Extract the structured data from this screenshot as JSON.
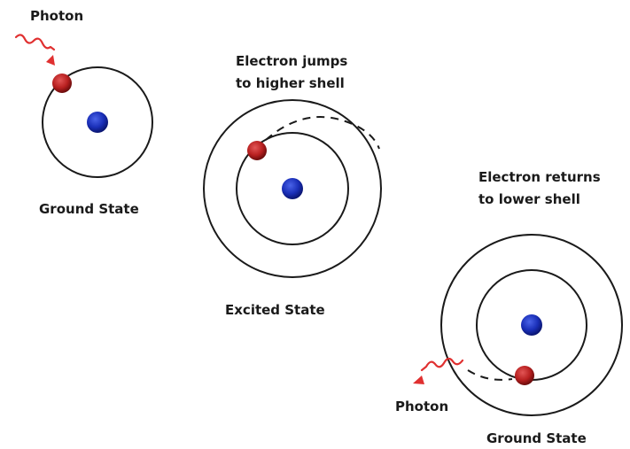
{
  "panels": {
    "ground_state_1": {
      "top_label": "Photon",
      "bottom_label": "Ground State"
    },
    "excited_state": {
      "top_label_line1": "Electron jumps",
      "top_label_line2": "to higher shell",
      "bottom_label": "Excited State"
    },
    "ground_state_2": {
      "top_label_line1": "Electron returns",
      "top_label_line2": "to lower shell",
      "photon_label": "Photon",
      "bottom_label": "Ground State"
    }
  },
  "colors": {
    "nucleus": "#1a2fb8",
    "electron": "#b82020",
    "photon": "#e03030",
    "orbit": "#1a1a1a"
  }
}
